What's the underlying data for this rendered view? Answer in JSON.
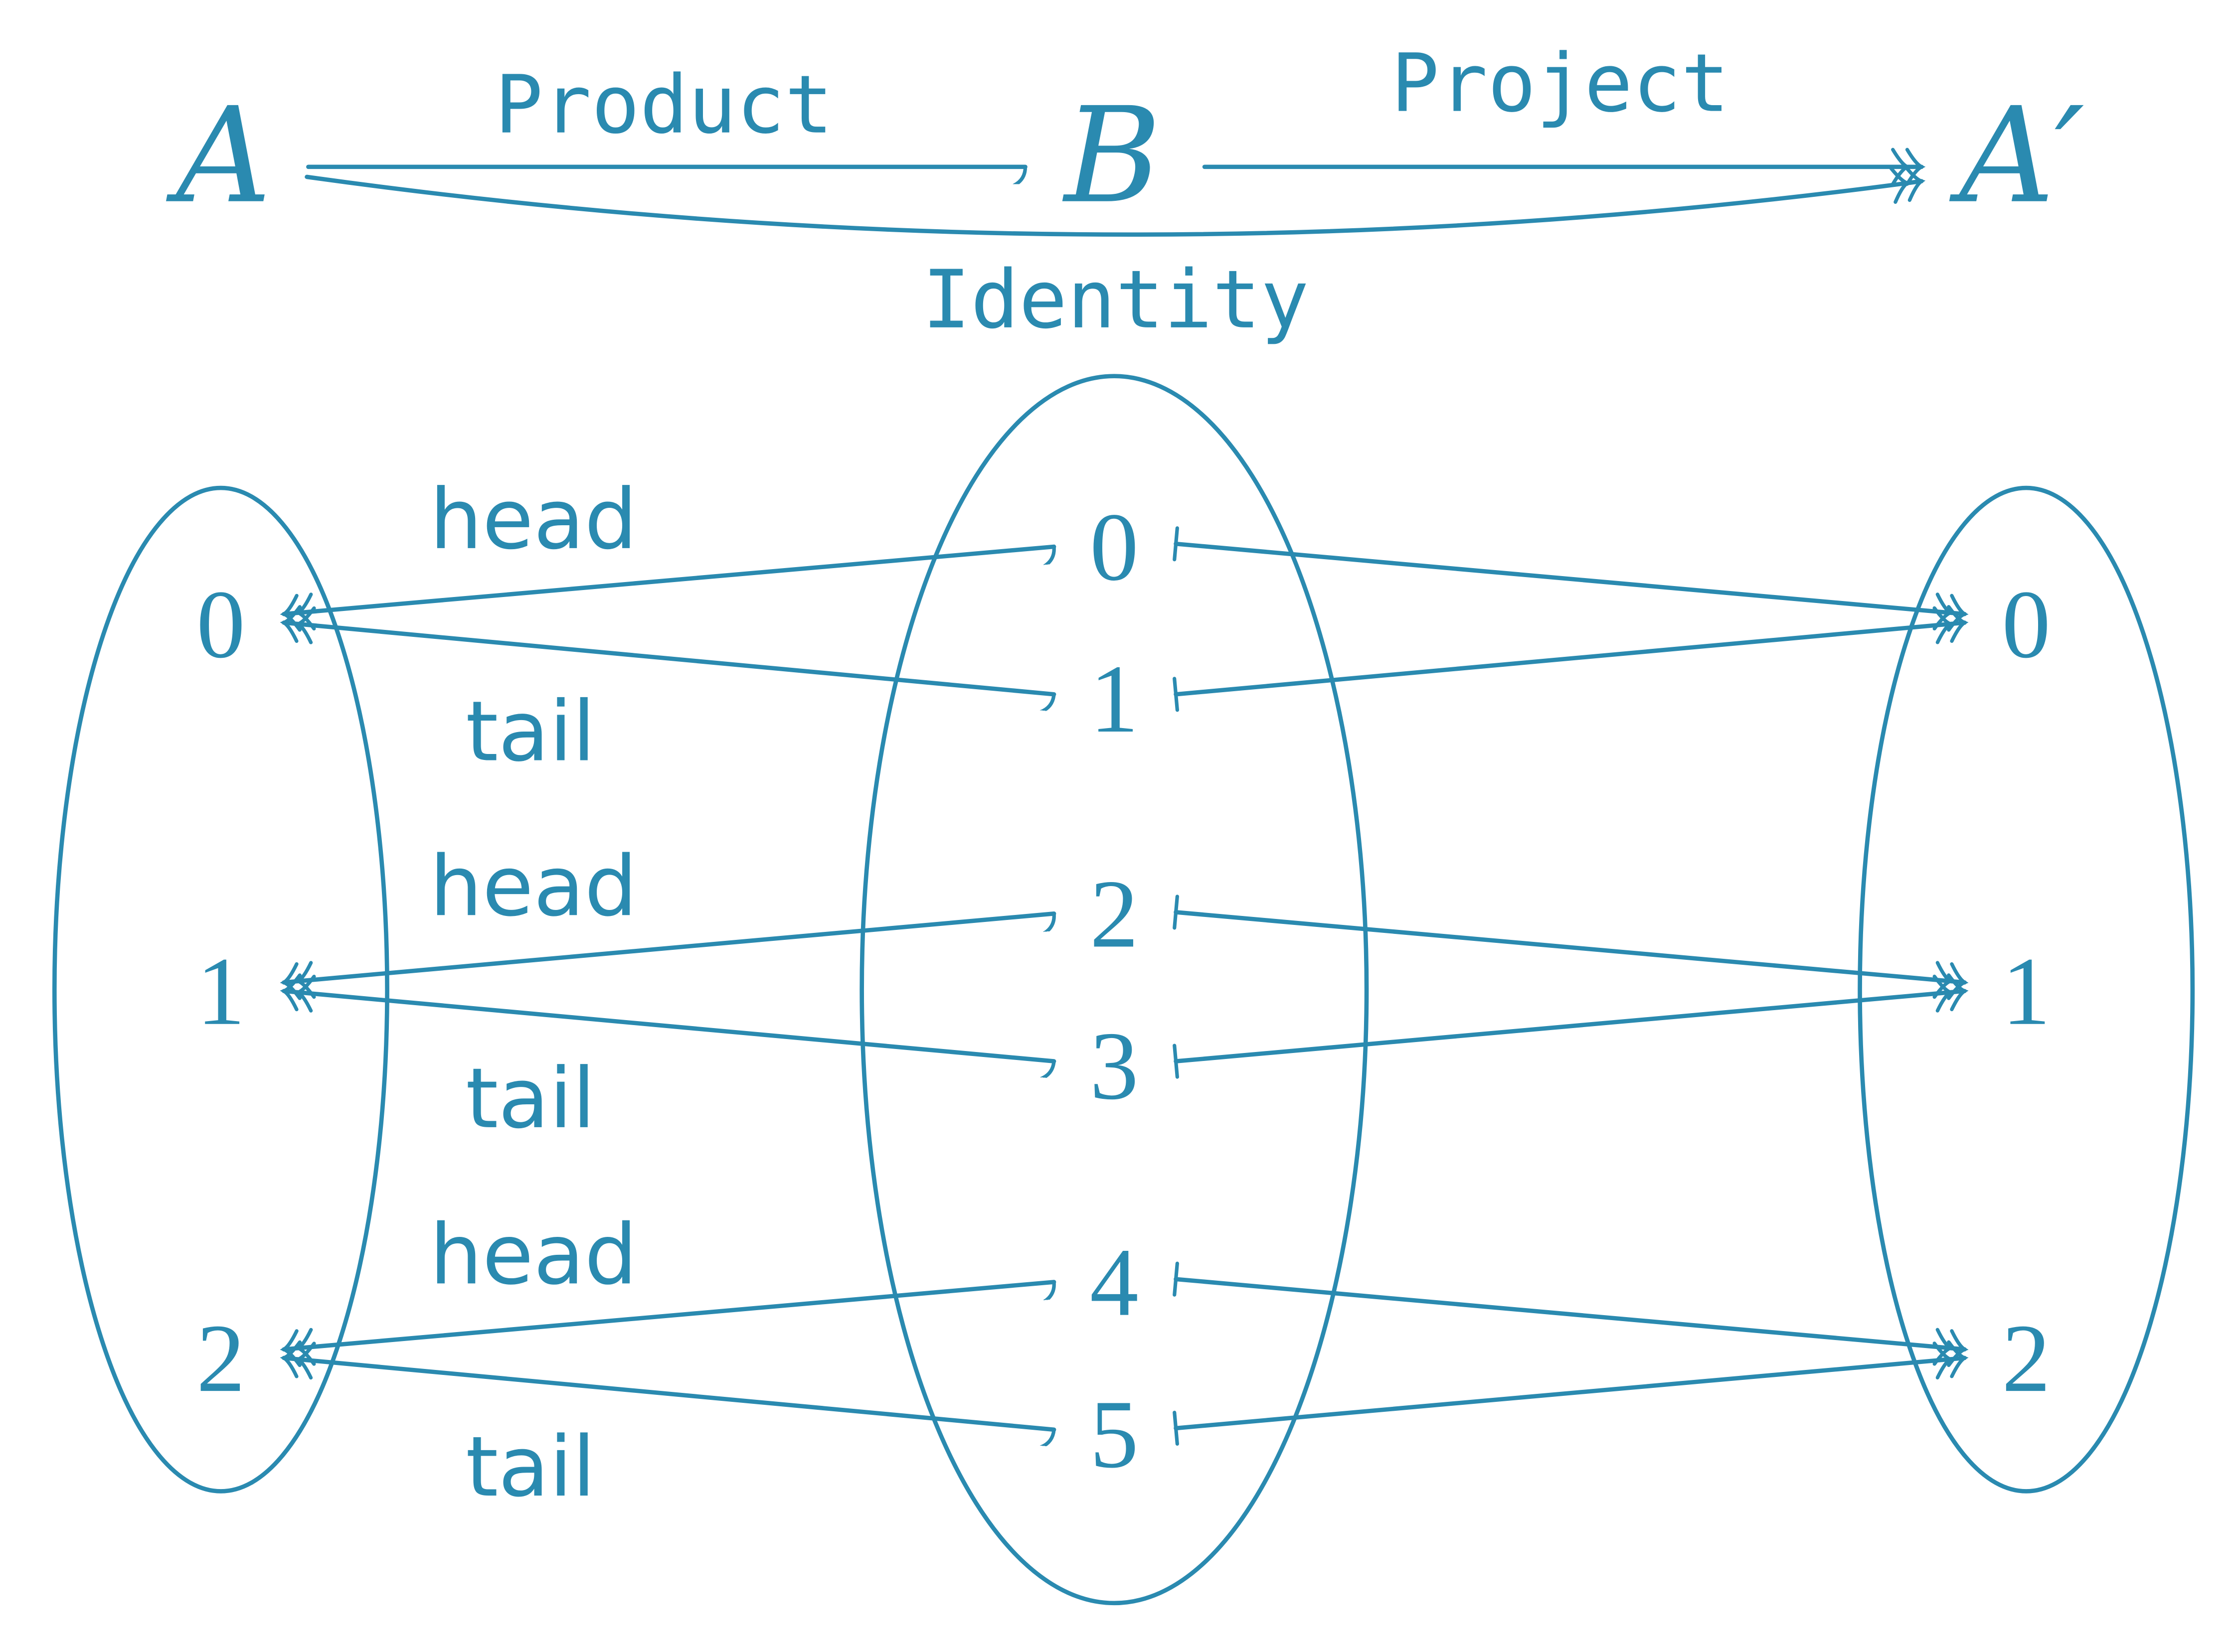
{
  "colors": {
    "ink": "#2a8ab0",
    "background": "#ffffff"
  },
  "objects": {
    "a": "A",
    "b": "B",
    "a_prime": "A′"
  },
  "morphisms": {
    "product": "Product",
    "project": "Project",
    "identity": "Identity"
  },
  "set_a": [
    "0",
    "1",
    "2"
  ],
  "set_b": [
    "0",
    "1",
    "2",
    "3",
    "4",
    "5"
  ],
  "set_a_prime": [
    "0",
    "1",
    "2"
  ],
  "edge_labels": {
    "head": [
      "head",
      "head",
      "head"
    ],
    "tail": [
      "tail",
      "tail",
      "tail"
    ]
  }
}
